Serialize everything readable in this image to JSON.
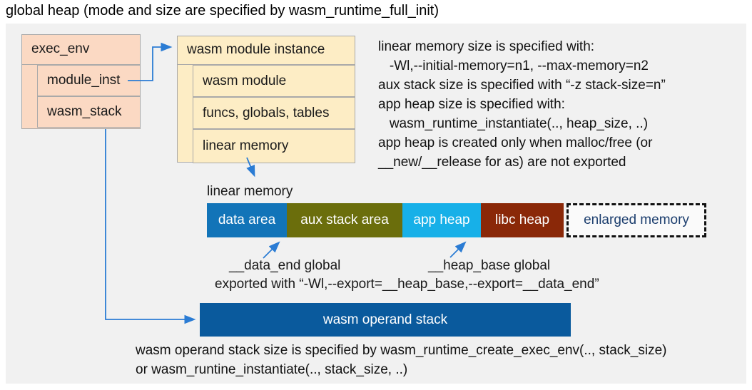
{
  "title": "global heap (mode and size are specified by wasm_runtime_full_init)",
  "colors": {
    "panel": "#f1f1f1",
    "struct_salmon": "#fbd9c3",
    "struct_cream": "#fdedc5",
    "connector_blue": "#2b7cd4",
    "operand_stack_blue": "#0a5a9d"
  },
  "exec_env": {
    "header": "exec_env",
    "rows": [
      "module_inst",
      "wasm_stack"
    ]
  },
  "module_instance": {
    "header": "wasm module instance",
    "rows": [
      "wasm module",
      "funcs, globals, tables",
      "linear memory"
    ]
  },
  "notes_right": {
    "lines": [
      "linear memory size is specified with:",
      "   -Wl,--initial-memory=n1, --max-memory=n2",
      "aux stack size is specified with “-z stack-size=n”",
      "app heap size is specified with:",
      "   wasm_runtime_instantiate(.., heap_size, ..)",
      "app heap is created only when malloc/free (or",
      "__new/__release for as) are not exported"
    ]
  },
  "linear_memory": {
    "label": "linear memory",
    "segments": [
      {
        "label": "data area",
        "color": "#1274b8"
      },
      {
        "label": "aux stack area",
        "color": "#6b6e0c"
      },
      {
        "label": "app heap",
        "color": "#17b0e8"
      },
      {
        "label": "libc heap",
        "color": "#8a2808"
      },
      {
        "label": "enlarged memory",
        "color": "#fafafa",
        "text_color": "#1c3e6e"
      }
    ]
  },
  "globals_annotation": {
    "data_end": "__data_end global",
    "heap_base": "__heap_base global",
    "exported": "exported with “-Wl,--export=__heap_base,--export=__data_end”"
  },
  "operand_stack": {
    "label": "wasm operand stack"
  },
  "bottom_note": {
    "lines": [
      "wasm operand stack size is specified by wasm_runtime_create_exec_env(.., stack_size)",
      "or wasm_runtine_instantiate(.., stack_size, ..)"
    ]
  }
}
